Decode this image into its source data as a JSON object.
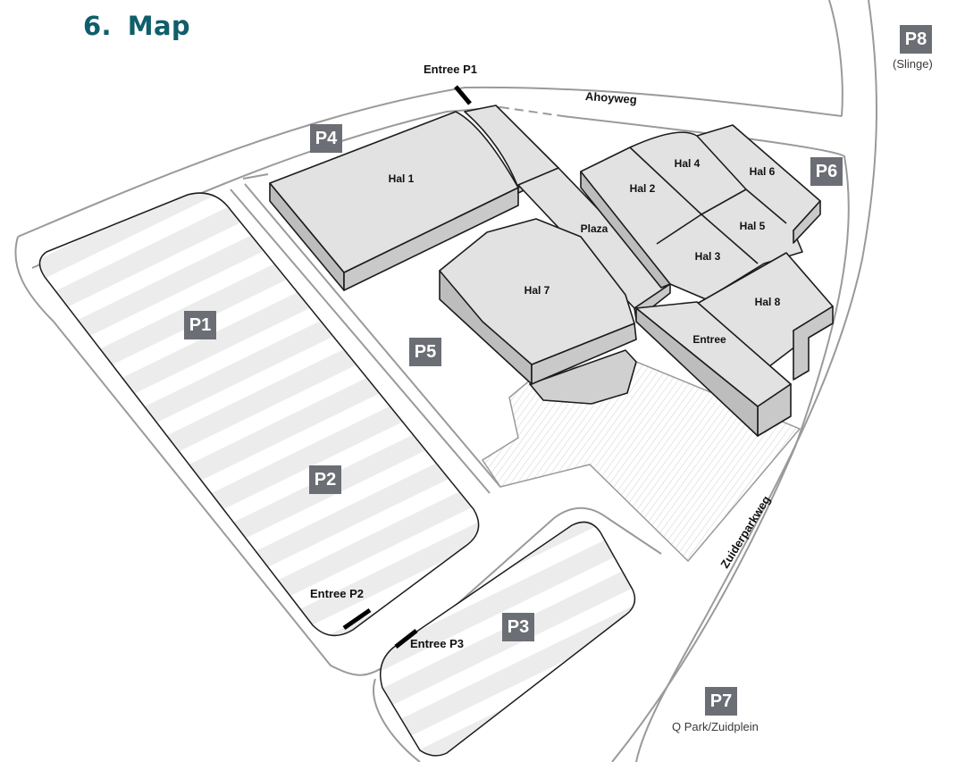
{
  "page": {
    "section_number": "6.",
    "title": "Map"
  },
  "colors": {
    "title": "#0f5e6b",
    "badge": "#6c6e75",
    "building_top": "#e2e2e2",
    "building_side": "#bdbdbd",
    "outline": "#1c1c1c",
    "road_edge": "#9a9a9a"
  },
  "parking": {
    "p1": {
      "code": "P1"
    },
    "p2": {
      "code": "P2"
    },
    "p3": {
      "code": "P3"
    },
    "p4": {
      "code": "P4"
    },
    "p5": {
      "code": "P5"
    },
    "p6": {
      "code": "P6"
    },
    "p7": {
      "code": "P7",
      "note": "Q Park/Zuidplein"
    },
    "p8": {
      "code": "P8",
      "note": "(Slinge)"
    }
  },
  "entrances": {
    "p1": "Entree P1",
    "p2": "Entree P2",
    "p3": "Entree P3"
  },
  "roads": {
    "ahoyweg": "Ahoyweg",
    "zuiderparkweg": "Zuiderparkweg"
  },
  "buildings": {
    "hal1": "Hal 1",
    "hal2": "Hal 2",
    "hal3": "Hal 3",
    "hal4": "Hal 4",
    "hal5": "Hal 5",
    "hal6": "Hal 6",
    "hal7": "Hal 7",
    "hal8": "Hal 8",
    "plaza": "Plaza",
    "entree": "Entree"
  }
}
